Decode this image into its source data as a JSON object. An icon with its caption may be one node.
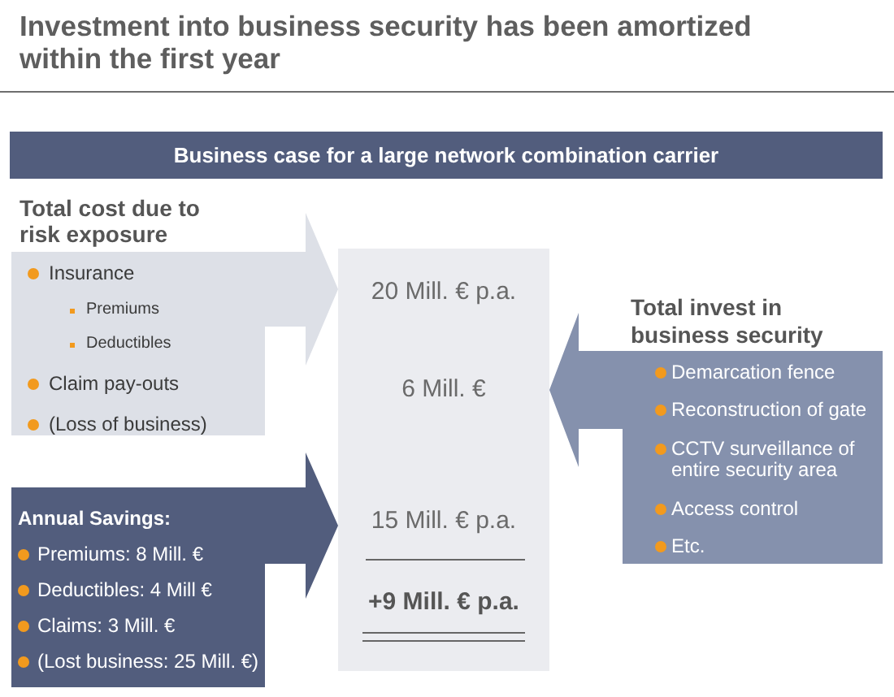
{
  "diagram": {
    "title": "Investment into business security has been amortized within the first year",
    "nodes": [
      {
        "text": [
          "Business case for a large network combination carrier"
        ]
      },
      {
        "text": [
          "Total cost due to risk exposure",
          "Insurance",
          "Premiums",
          "Deductibles",
          "Claim pay-outs",
          "(Loss of business)"
        ]
      },
      {
        "text": [
          "20 Mill. € p.a.",
          "6 Mill. €",
          "15 Mill. € p.a.",
          "+9 Mill. € p.a."
        ]
      },
      {
        "text": [
          "Total invest in business security",
          "Demarcation fence",
          "Reconstruction of gate",
          "CCTV surveillance of entire security area",
          "Access control",
          "Etc."
        ]
      },
      {
        "text": [
          "Annual Savings:",
          "Premiums: 8 Mill. €",
          "Deductibles: 4 Mill €",
          "Claims: 3 Mill. €",
          "(Lost business: 25 Mill. €)"
        ]
      }
    ],
    "edges": [
      {
        "from": 1,
        "to": 2,
        "arrow": "to",
        "color": "#dde0e7"
      },
      {
        "from": 3,
        "to": 2,
        "arrow": "to",
        "color": "#8591ad"
      },
      {
        "from": 4,
        "to": 2,
        "arrow": "to",
        "color": "#525d7d"
      }
    ]
  }
}
